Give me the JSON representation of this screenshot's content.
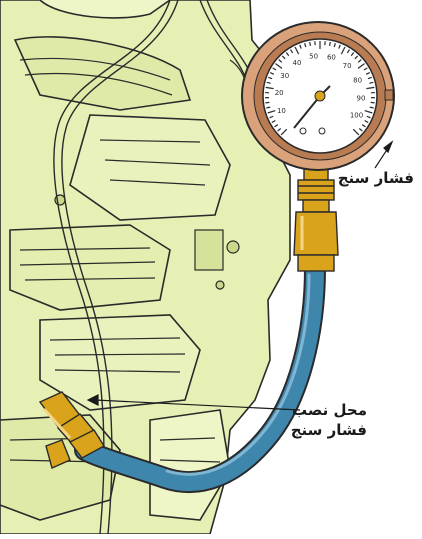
{
  "labels": {
    "gauge": "فشار سنج",
    "mount_line1": "محل نصب",
    "mount_line2": "فشار سنج"
  },
  "gauge_dial": {
    "scale_numbers": [
      "10",
      "20",
      "30",
      "40",
      "50",
      "60",
      "70",
      "80",
      "90",
      "100"
    ]
  },
  "colors": {
    "engine": "#e6f0b4",
    "engine_shade": "#c9d88a",
    "outline": "#2a2a2a",
    "gauge_bezel": "#d9a27a",
    "gauge_face": "#ffffff",
    "brass": "#d9a41c",
    "hose": "#3f86ad",
    "hose_highlight": "#7fb6d3"
  },
  "icons": {
    "gauge": "pressure-gauge-icon",
    "fitting": "brass-fitting-icon",
    "hose": "hose-icon"
  }
}
